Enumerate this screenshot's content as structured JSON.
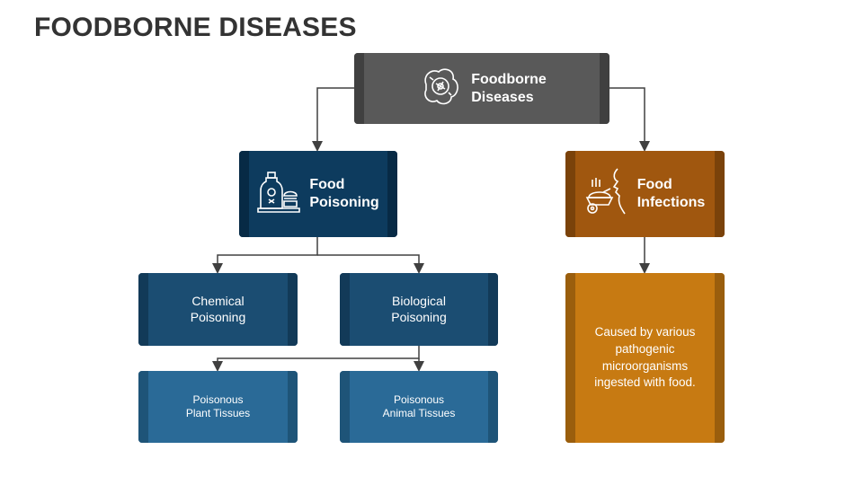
{
  "title": "FOODBORNE DISEASES",
  "nodes": {
    "root": {
      "line1": "Foodborne",
      "line2": "Diseases",
      "icon": "bacteria-icon"
    },
    "food_poisoning": {
      "line1": "Food",
      "line2": "Poisoning",
      "icon": "poison-bottle-food-icon"
    },
    "food_infections": {
      "line1": "Food",
      "line2": "Infections",
      "icon": "person-eating-icon"
    },
    "chemical": {
      "line1": "Chemical",
      "line2": "Poisoning"
    },
    "biological": {
      "line1": "Biological",
      "line2": "Poisoning"
    },
    "plant": {
      "line1": "Poisonous",
      "line2": "Plant Tissues"
    },
    "animal": {
      "line1": "Poisonous",
      "line2": "Animal Tissues"
    },
    "infections_desc": {
      "text": "Caused by various pathogenic microorganisms ingested with food."
    }
  },
  "colors": {
    "root": "#595959",
    "food_poisoning": "#0d3b5e",
    "food_infections": "#a0570f",
    "poisoning_types": "#1b4d72",
    "tissue_types": "#2a6a97",
    "description": "#c77a12"
  }
}
